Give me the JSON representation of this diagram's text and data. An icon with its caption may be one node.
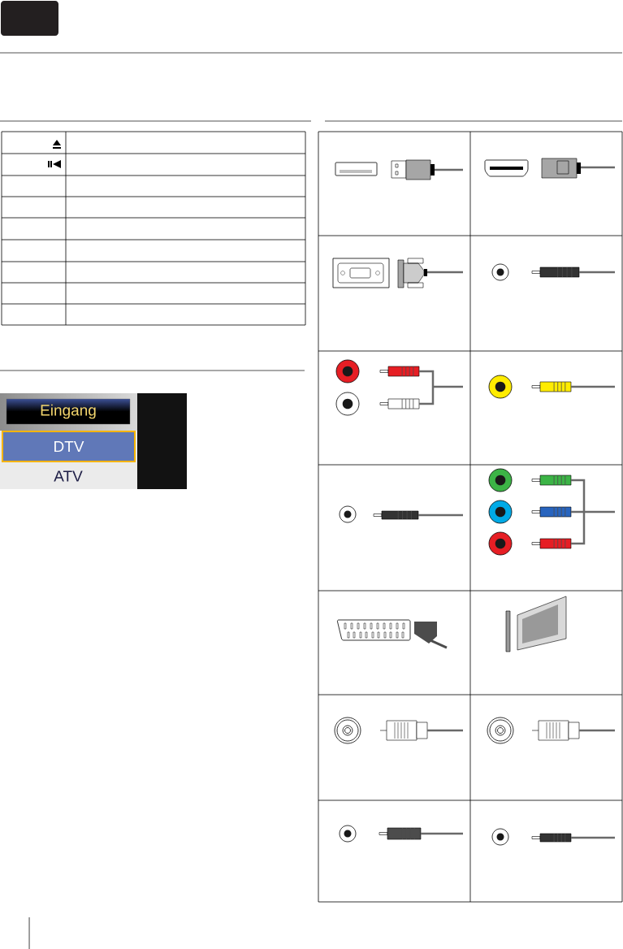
{
  "diagram": {
    "nodes": [
      {
        "text": [
          "Eingang"
        ]
      },
      {
        "text": [
          "DTV"
        ]
      },
      {
        "text": [
          "ATV"
        ]
      }
    ]
  }
}
